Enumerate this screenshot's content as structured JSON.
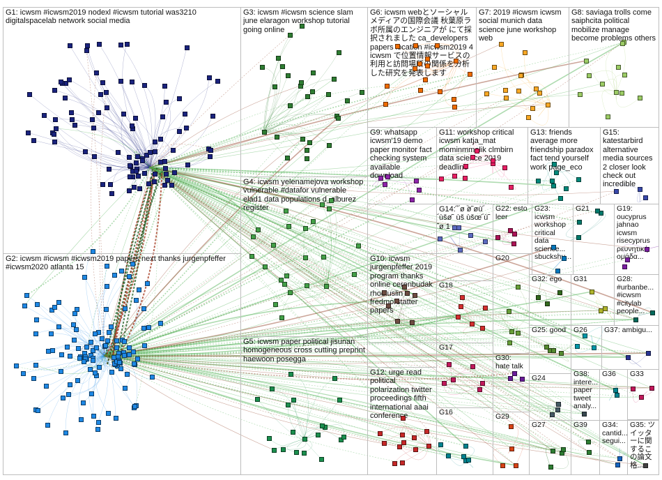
{
  "panels": [
    {
      "id": "G1",
      "label": "G1: icwsm #icwsm2019 nodexl #icwsm tutorial was3210 digitalspacelab network social media",
      "color": "#1a237e"
    },
    {
      "id": "G2",
      "label": "G2: icwsm #icwsm #icwsm2019 papers next thanks jurgenpfeffer #icwsm2020 atlanta 15",
      "color": "#1e88e5"
    },
    {
      "id": "G3",
      "label": "G3: icwsm #icwsm science slam june elaragon workshop tutorial going online",
      "color": "#2e7d32"
    },
    {
      "id": "G4",
      "label": "G4: icwsm yelenamejova workshop vulnerable #datafor vulnerable elad1 data populations d_alburez register",
      "color": "#43a047"
    },
    {
      "id": "G5",
      "label": "G5: icwsm paper political jisunan homogeneous cross cutting preprint haewoon posegga",
      "color": "#1b8f4e"
    },
    {
      "id": "G6",
      "label": "G6: icwsm webとソーシャルメディアの国際会議 秋葉原ラボ所属のエンジニアが にて採択されました ca_developers papers location #icwsm2019 4 icwsm で位置情報サービスの利用と訪問場所の関係を分析した研究を発表します",
      "color": "#ef6c00"
    },
    {
      "id": "G7",
      "label": "G7: 2019 #icwsm icwsm social munich data science june workshop web",
      "color": "#f9a825"
    },
    {
      "id": "G8",
      "label": "G8: saviaga trolls come saiphcita political mobilize manage become problems others",
      "color": "#9ccc65"
    },
    {
      "id": "G9",
      "label": "G9: whatsapp icwsm'19 demo paper monitor fact checking system available download",
      "color": "#8e24aa"
    },
    {
      "id": "G10",
      "label": "G10: icwsm jurgenpfeffer 2019 program thanks online cerenbudak rhodiuslin fredmorstatter papers",
      "color": "#6d4c41"
    },
    {
      "id": "G11",
      "label": "G11: workshop critical icwsm katja_mat mominmmalik clmbirn data science 2019 deadline",
      "color": "#e91e63"
    },
    {
      "id": "G12",
      "label": "G12: urge read political polarization twitter proceedings fifth international aaai conference",
      "color": "#c62828"
    },
    {
      "id": "G13",
      "label": "G13: friends average more friendship paradox fact tend yourself work page_eco",
      "color": "#00897b"
    },
    {
      "id": "G14",
      "label": "G14: ︠ ︠ø ︡ø ︢ø︢ù ︠ùšø ︢ ùš ùšœ ︠ù ︢ø 1",
      "color": "#5c6bc0"
    },
    {
      "id": "G15",
      "label": "G15: katestarbird alternative media sources 2 closer look check out incredible",
      "color": "#3949ab"
    },
    {
      "id": "G16",
      "label": "G16",
      "color": "#00838f"
    },
    {
      "id": "G17",
      "label": "G17",
      "color": "#c2185b"
    },
    {
      "id": "G18",
      "label": "G18",
      "color": "#d32f2f"
    },
    {
      "id": "G19",
      "label": "G19: oucyprus jahnao icwsm risecyprus ρευνητική ομάδα...",
      "color": "#7b1fa2"
    },
    {
      "id": "G20",
      "label": "G20",
      "color": "#689f38"
    },
    {
      "id": "G21",
      "label": "G21",
      "color": "#00796b"
    },
    {
      "id": "G22",
      "label": "G22: esto leer",
      "color": "#ad1457"
    },
    {
      "id": "G23",
      "label": "G23: icwsm workshop critical data science... sbuckshu...",
      "color": "#0277bd"
    },
    {
      "id": "G24",
      "label": "G24",
      "color": "#455a64"
    },
    {
      "id": "G25",
      "label": "G25: good",
      "color": "#558b2f"
    },
    {
      "id": "G26",
      "label": "G26",
      "color": "#0097a7"
    },
    {
      "id": "G27",
      "label": "G27",
      "color": "#2e7d32"
    },
    {
      "id": "G28",
      "label": "G28: #urbanbe... #icwsm #citylab people...",
      "color": "#00695c"
    },
    {
      "id": "G29",
      "label": "G29",
      "color": "#d84315"
    },
    {
      "id": "G30",
      "label": "G30: hate talk",
      "color": "#6a1b9a"
    },
    {
      "id": "G31",
      "label": "G31",
      "color": "#afb42b"
    },
    {
      "id": "G32",
      "label": "G32: ego",
      "color": "#33691e"
    },
    {
      "id": "G33",
      "label": "G33",
      "color": "#c2185b"
    },
    {
      "id": "G34",
      "label": "G34: cantid... segui...",
      "color": "#1565c0"
    },
    {
      "id": "G35",
      "label": "G35: ツイッターに関するこの論文格...",
      "color": "#424242"
    },
    {
      "id": "G36",
      "label": "G36",
      "color": "#00838f"
    },
    {
      "id": "G37",
      "label": "G37: ambigu...",
      "color": "#283593"
    },
    {
      "id": "G38",
      "label": "G38: intere... paper tweet analy...",
      "color": "#37474f"
    },
    {
      "id": "G39",
      "label": "G39",
      "color": "#2e7d32"
    }
  ]
}
